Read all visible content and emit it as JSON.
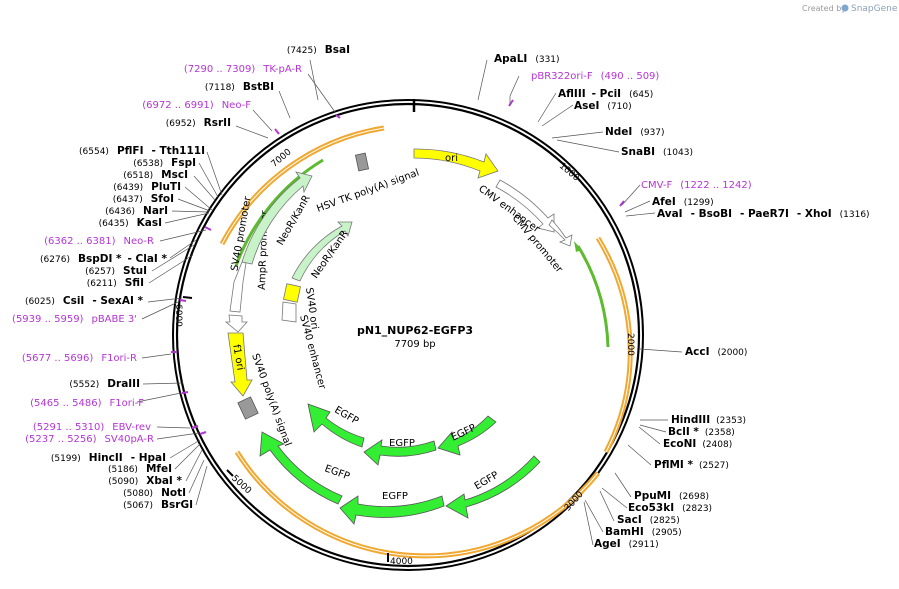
{
  "brand": {
    "created_by": "Created by",
    "app": "SnapGene"
  },
  "map": {
    "name": "pN1_NUP62-EGFP3",
    "size": "7709 bp"
  },
  "ticks": [
    "1000",
    "2000",
    "3000",
    "4000",
    "5000",
    "6000",
    "7000"
  ],
  "features": {
    "ori": "ori",
    "cmv_enhancer": "CMV enhancer",
    "cmv_promoter": "CMV promoter",
    "egfp": "EGFP",
    "sv40_polya_signal": "SV40 poly(A) signal",
    "f1_ori": "f1 ori",
    "ampr_promoter": "AmpR promoter",
    "sv40_promoter": "SV40 promoter",
    "sv40_ori": "SV40 ori",
    "sv40_enhancer": "SV40 enhancer",
    "neo_kanr": "NeoR/KanR",
    "hsv_tk_polya": "HSV TK poly(A) signal"
  },
  "right_labels": {
    "apali": {
      "name": "ApaLI",
      "pos": "(331)"
    },
    "pbr322": {
      "range": "(490 .. 509)",
      "name": "pBR322ori-F"
    },
    "aflIII": {
      "name": "AflIII",
      "name2": "- PciI",
      "pos": "(645)"
    },
    "asei": {
      "name": "AseI",
      "pos": "(710)"
    },
    "ndei": {
      "name": "NdeI",
      "pos": "(937)"
    },
    "snabi": {
      "name": "SnaBI",
      "pos": "(1043)"
    },
    "cmvf": {
      "name": "CMV-F",
      "range": "(1222 .. 1242)"
    },
    "afei": {
      "name": "AfeI",
      "pos": "(1299)"
    },
    "avai": {
      "name": "AvaI",
      "name2": "- BsoBI",
      "name3": "- PaeR7I",
      "name4": "- XhoI",
      "pos": "(1316)"
    },
    "acci": {
      "name": "AccI",
      "pos": "(2000)"
    },
    "hindiii": {
      "name": "HindIII",
      "pos": "(2353)"
    },
    "bcli": {
      "name": "BclI *",
      "pos": "(2358)"
    },
    "econi": {
      "name": "EcoNI",
      "pos": "(2408)"
    },
    "pflmi": {
      "name": "PflMI *",
      "pos": "(2527)"
    },
    "ppumi": {
      "name": "PpuMI",
      "pos": "(2698)"
    },
    "eco53ki": {
      "name": "Eco53kI",
      "pos": "(2823)"
    },
    "saci": {
      "name": "SacI",
      "pos": "(2825)"
    },
    "bamhi": {
      "name": "BamHI",
      "pos": "(2905)"
    },
    "agei": {
      "name": "AgeI",
      "pos": "(2911)"
    }
  },
  "left_labels": {
    "bsai": {
      "pos": "(7425)",
      "name": "BsaI"
    },
    "tkpa": {
      "range": "(7290 .. 7309)",
      "name": "TK-pA-R"
    },
    "bstbi": {
      "pos": "(7118)",
      "name": "BstBI"
    },
    "neof": {
      "range": "(6972 .. 6991)",
      "name": "Neo-F"
    },
    "rsrii": {
      "pos": "(6952)",
      "name": "RsrII"
    },
    "pflfi": {
      "pos": "(6554)",
      "name": "PflFI",
      "name2": "- Tth111I"
    },
    "fspi": {
      "pos": "(6538)",
      "name": "FspI"
    },
    "msci": {
      "pos": "(6518)",
      "name": "MscI"
    },
    "pluti": {
      "pos": "(6439)",
      "name": "PluTI"
    },
    "sfoi": {
      "pos": "(6437)",
      "name": "SfoI"
    },
    "nari": {
      "pos": "(6436)",
      "name": "NarI"
    },
    "kasi": {
      "pos": "(6435)",
      "name": "KasI"
    },
    "neor": {
      "range": "(6362 .. 6381)",
      "name": "Neo-R"
    },
    "bspdi": {
      "pos": "(6276)",
      "name": "BspDI *",
      "name2": "- ClaI *"
    },
    "stui": {
      "pos": "(6257)",
      "name": "StuI"
    },
    "sfii": {
      "pos": "(6211)",
      "name": "SfiI"
    },
    "csii": {
      "pos": "(6025)",
      "name": "CsiI",
      "name2": "- SexAI *"
    },
    "pbabe": {
      "range": "(5939 .. 5959)",
      "name": "pBABE 3'"
    },
    "f1orir": {
      "range": "(5677 .. 5696)",
      "name": "F1ori-R"
    },
    "draiii": {
      "pos": "(5552)",
      "name": "DraIII"
    },
    "f1orif": {
      "range": "(5465 .. 5486)",
      "name": "F1ori-F"
    },
    "ebvrev": {
      "range": "(5291 .. 5310)",
      "name": "EBV-rev"
    },
    "sv40par": {
      "range": "(5237 .. 5256)",
      "name": "SV40pA-R"
    },
    "hincii": {
      "pos": "(5199)",
      "name": "HincII",
      "name2": "- HpaI"
    },
    "mfei": {
      "pos": "(5186)",
      "name": "MfeI"
    },
    "xbai": {
      "pos": "(5090)",
      "name": "XbaI *"
    },
    "noti": {
      "pos": "(5080)",
      "name": "NotI"
    },
    "bsrgi": {
      "pos": "(5067)",
      "name": "BsrGI"
    }
  },
  "colors": {
    "egfp": "#33ee33",
    "ori": "#ffff00",
    "orf": "#f0a830",
    "primer": "#b535d6",
    "neo": "#c8f2c8"
  }
}
